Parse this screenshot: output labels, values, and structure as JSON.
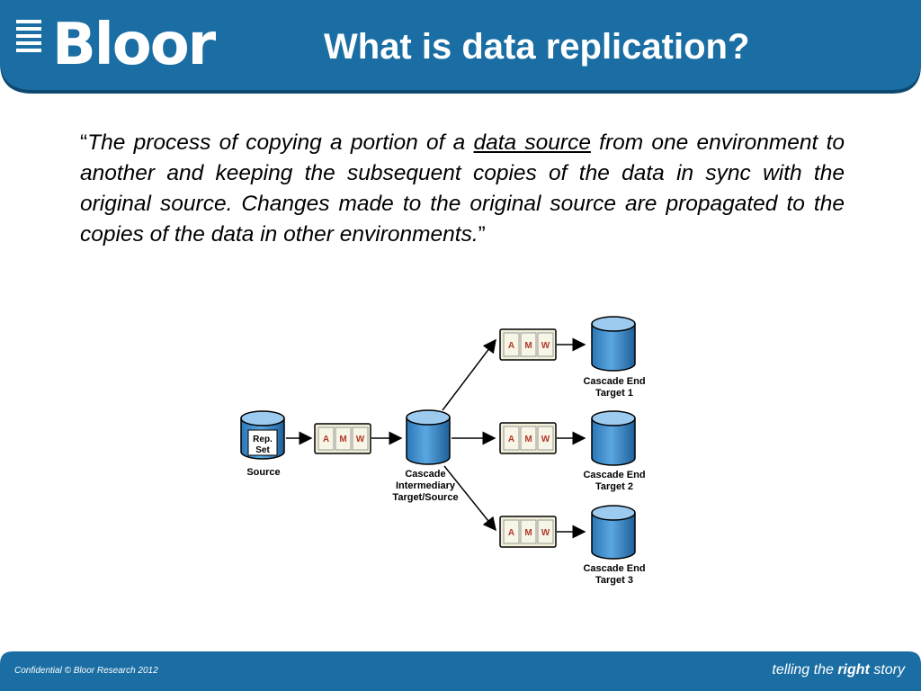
{
  "header": {
    "logo_text": "Bloor",
    "title": "What is data replication?"
  },
  "quote": {
    "open_mark": "“",
    "part1": "The process of copying a portion of a ",
    "link_text": "data source",
    "part2": " from one environment to another and keeping the subsequent copies of the data in sync with the original source. Changes made to the original source are propagated to the copies of the data in other environments.",
    "close_mark": "”"
  },
  "diagram": {
    "source_label": "Source",
    "source_db_line1": "Rep.",
    "source_db_line2": "Set",
    "queue_letters": [
      "A",
      "M",
      "W"
    ],
    "intermediary_line1": "Cascade",
    "intermediary_line2": "Intermediary",
    "intermediary_line3": "Target/Source",
    "targets": [
      {
        "line1": "Cascade End",
        "line2": "Target 1"
      },
      {
        "line1": "Cascade End",
        "line2": "Target 2"
      },
      {
        "line1": "Cascade End",
        "line2": "Target 3"
      }
    ],
    "colors": {
      "db_fill": "#3d8fd0",
      "db_top": "#9ccbef",
      "queue_fill": "#f2efd9",
      "queue_letter": "#b03a2e"
    }
  },
  "footer": {
    "left": "Confidential © Bloor Research 2012",
    "right_pre": "telling the ",
    "right_bold": "right",
    "right_post": " story"
  },
  "colors": {
    "brand_blue": "#1a6ea3",
    "brand_dark": "#0e4870"
  }
}
